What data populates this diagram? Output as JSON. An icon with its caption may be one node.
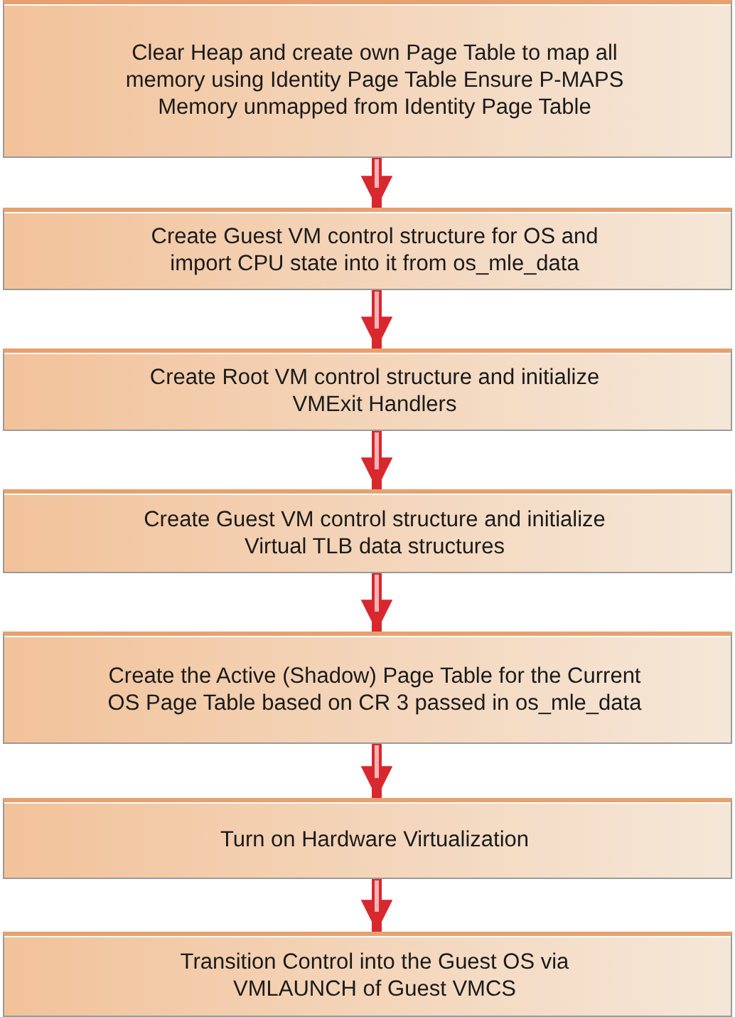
{
  "diagram": {
    "nodes": [
      {
        "text": [
          "Clear Heap and create own Page Table to map all memory using Identity Page Table Ensure P-MAPS Memory unmapped from Identity Page Table"
        ]
      },
      {
        "text": [
          "Create Guest VM control structure for OS and import CPU state into it from os_mle_data"
        ]
      },
      {
        "text": [
          "Create Root VM control structure and initialize VMExit Handlers"
        ]
      },
      {
        "text": [
          "Create Guest VM control structure and initialize Virtual TLB data structures"
        ]
      },
      {
        "text": [
          "Create the Active (Shadow) Page Table for the Current OS Page Table based on CR 3 passed in os_mle_data"
        ]
      },
      {
        "text": [
          "Turn on Hardware Virtualization"
        ]
      },
      {
        "text": [
          "Transition Control into the Guest OS via VMLAUNCH of Guest VMCS"
        ]
      }
    ],
    "edges": [
      {
        "from": 0,
        "to": 1,
        "arrow": "to"
      },
      {
        "from": 1,
        "to": 2,
        "arrow": "to"
      },
      {
        "from": 2,
        "to": 3,
        "arrow": "to"
      },
      {
        "from": 3,
        "to": 4,
        "arrow": "to"
      },
      {
        "from": 4,
        "to": 5,
        "arrow": "to"
      },
      {
        "from": 5,
        "to": 6,
        "arrow": "to"
      }
    ]
  }
}
